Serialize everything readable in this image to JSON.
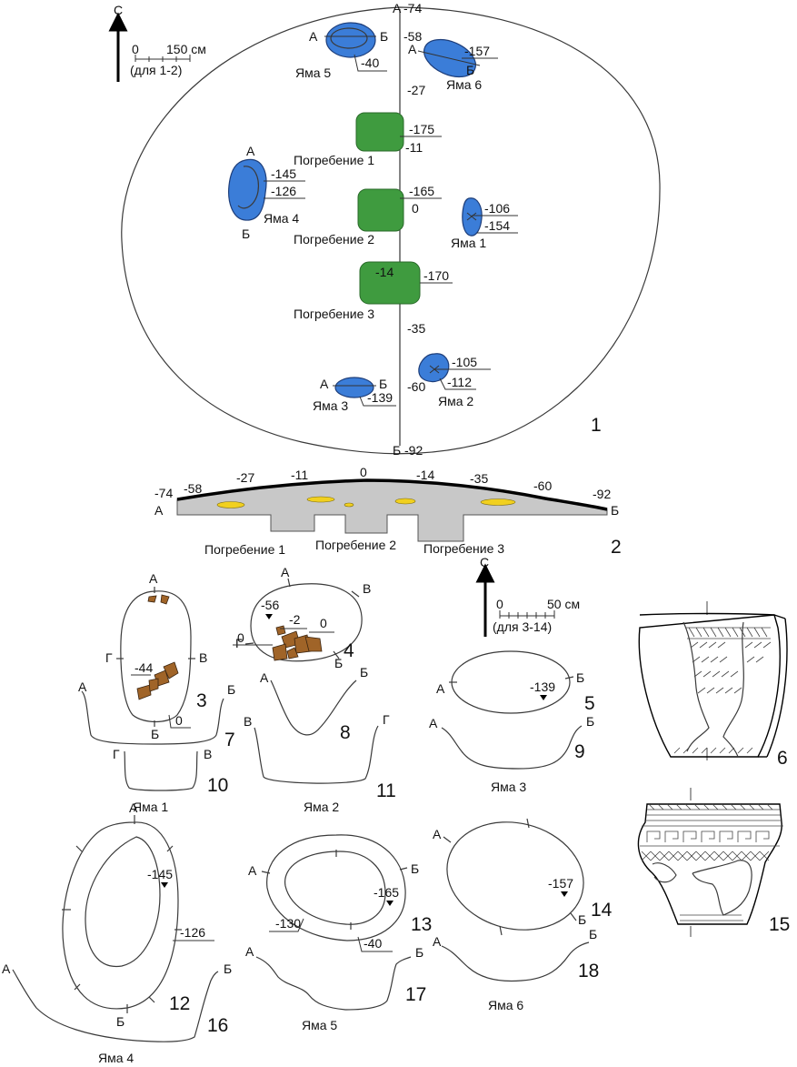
{
  "compass": {
    "north": "С"
  },
  "scale1": {
    "zero": "0",
    "value": "150 см",
    "note": "(для 1-2)"
  },
  "scale2": {
    "zero": "0",
    "value": "50 см",
    "note": "(для 3-14)"
  },
  "section_ends": {
    "a": "А",
    "b": "Б"
  },
  "plan_depths": {
    "top": "-74",
    "p58": "-58",
    "p27": "-27",
    "p11": "-11",
    "p0": "0",
    "p35": "-35",
    "p60": "-60",
    "bottom": "-92",
    "yama5": "-40",
    "yama6": "-157",
    "pogr1": "-175",
    "yama4_a": "-145",
    "yama4_b": "-126",
    "pogr2": "-165",
    "yama1_a": "-106",
    "yama1_b": "-154",
    "pogr3_in": "-14",
    "pogr3": "-170",
    "yama2_a": "-105",
    "yama2_b": "-112",
    "yama3": "-139"
  },
  "plan_labels": {
    "yama5": "Яма 5",
    "yama6": "Яма 6",
    "pogr1": "Погребение 1",
    "yama4": "Яма 4",
    "pogr2": "Погребение 2",
    "yama1": "Яма 1",
    "pogr3": "Погребение 3",
    "yama3": "Яма 3",
    "yama2": "Яма 2"
  },
  "profile": {
    "depths": [
      "-74",
      "-58",
      "-27",
      "-11",
      "0",
      "-14",
      "-35",
      "-60",
      "-92"
    ],
    "labels": {
      "pogr1": "Погребение 1",
      "pogr2": "Погребение 2",
      "pogr3": "Погребение 3"
    }
  },
  "detail": {
    "g": "Г",
    "v": "В",
    "y1_a": "-44",
    "y1_b": "0",
    "y2_a": "-56",
    "y2_b": "-2",
    "y2_c": "0",
    "y2_d": "0",
    "y3": "-139",
    "y4_a": "-145",
    "y4_b": "-126",
    "y5_a": "-165",
    "y5_b": "-130",
    "y5_c": "-40",
    "y6": "-157"
  },
  "pit_titles": {
    "yama1": "Яма 1",
    "yama2": "Яма 2",
    "yama3": "Яма 3",
    "yama4": "Яма 4",
    "yama5": "Яма 5",
    "yama6": "Яма 6"
  },
  "fig_numbers": [
    "1",
    "2",
    "3",
    "4",
    "5",
    "6",
    "7",
    "8",
    "9",
    "10",
    "11",
    "12",
    "13",
    "14",
    "15",
    "16",
    "17",
    "18"
  ],
  "colors": {
    "pits": "#3b7dd8",
    "burials": "#3f9b3f",
    "lenses": "#f1d01f",
    "bones": "#a06428",
    "section_fill": "#c8c8c8"
  }
}
